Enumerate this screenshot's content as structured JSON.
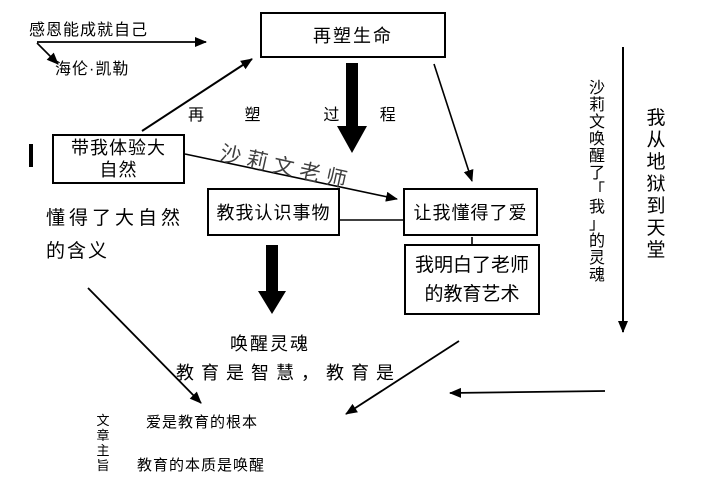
{
  "nodes": {
    "title": "再塑生命",
    "nature": "带我体验大\n自然",
    "recognize": "教我认识事物",
    "love": "让我懂得了爱",
    "art": "我明白了老师\n的教育艺术"
  },
  "labels": {
    "gratitude": "感恩能成就自己",
    "author": "海伦·凯勒",
    "process": "再 塑  过 程",
    "teacher": "沙莉文老师",
    "nature_line1": "懂得了大自然",
    "nature_line2": "的含义",
    "awaken_soul": "唤醒灵魂",
    "wisdom": "教育是智慧，教育是",
    "love_root": "爱是教育的根本",
    "essence": "教育的本质是唤醒",
    "theme": "文\n章\n主\n旨",
    "soul_col": "沙\n莉\n文\n唤\n醒\n了\n「\n我\n」\n的\n灵\n魂",
    "heaven_col": "我\n从\n地\n狱\n到\n天\n堂"
  },
  "colors": {
    "ink": "#000000",
    "teacher_label": "#3f3f3f",
    "background": "#ffffff"
  }
}
